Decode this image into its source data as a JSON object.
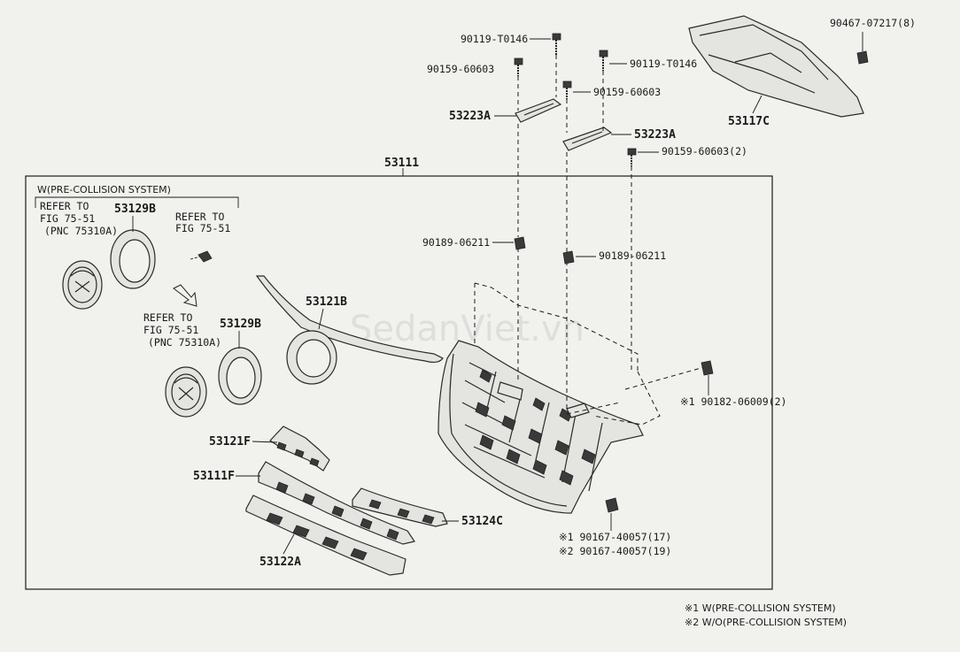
{
  "watermark": "SedanViet.vn",
  "group_box_label": "53111",
  "precollision_label": "W(PRE-COLLISION SYSTEM)",
  "refer_1": {
    "line1": "REFER TO",
    "line2": "FIG 75-51",
    "line3": "(PNC 75310A)"
  },
  "refer_2": {
    "line1": "REFER TO",
    "line2": "FIG 75-51"
  },
  "refer_3": {
    "line1": "REFER TO",
    "line2": "FIG 75-51",
    "line3": "(PNC 75310A)"
  },
  "parts": {
    "p_90119_top": "90119-T0146",
    "p_90159_left": "90159-60603",
    "p_53223A_left": "53223A",
    "p_90119_right": "90119-T0146",
    "p_90159_mid": "90159-60603",
    "p_53223A_right": "53223A",
    "p_90159_right": "90159-60603(2)",
    "p_90467": "90467-07217(8)",
    "p_53117C": "53117C",
    "p_90189_left": "90189-06211",
    "p_90189_right": "90189-06211",
    "p_53129B_top": "53129B",
    "p_53129B_mid": "53129B",
    "p_53121B": "53121B",
    "p_90182": "※1 90182-06009(2)",
    "p_53121F": "53121F",
    "p_53111F": "53111F",
    "p_53124C": "53124C",
    "p_53122A": "53122A",
    "p_90167_1": "※1 90167-40057(17)",
    "p_90167_2": "※2 90167-40057(19)"
  },
  "notes": {
    "note1": "※1 W(PRE-COLLISION SYSTEM)",
    "note2": "※2 W/O(PRE-COLLISION SYSTEM)"
  }
}
